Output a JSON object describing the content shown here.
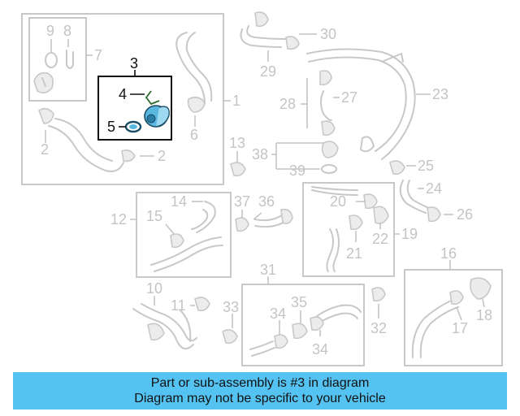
{
  "callouts": {
    "n1": "1",
    "n2a": "2",
    "n2b": "2",
    "n3": "3",
    "n4": "4",
    "n5": "5",
    "n6": "6",
    "n7": "7",
    "n8": "8",
    "n9": "9",
    "n10": "10",
    "n11": "11",
    "n12": "12",
    "n13": "13",
    "n14": "14",
    "n15": "15",
    "n16": "16",
    "n17": "17",
    "n18": "18",
    "n19": "19",
    "n20": "20",
    "n21": "21",
    "n22": "22",
    "n23": "23",
    "n24": "24",
    "n25": "25",
    "n26": "26",
    "n27": "27",
    "n28": "28",
    "n29": "29",
    "n30": "30",
    "n31": "31",
    "n32": "32",
    "n33": "33",
    "n34a": "34",
    "n34b": "34",
    "n35": "35",
    "n36": "36",
    "n37": "37",
    "n38": "38",
    "n39": "39"
  },
  "highlight_part": "3",
  "colors": {
    "banner": "#55c3f2",
    "faded": "#c4c4c4",
    "highlight_part": "#5ab8e0"
  },
  "banner": {
    "line1": "Part or sub-assembly is #3 in diagram",
    "line2": "Diagram may not be specific to your vehicle"
  }
}
